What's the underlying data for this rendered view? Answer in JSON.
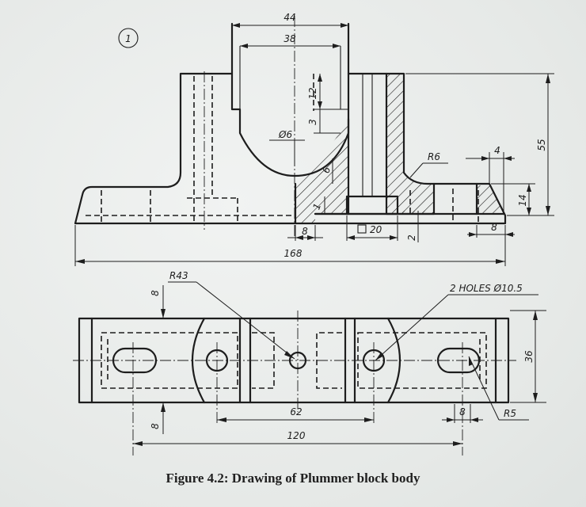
{
  "figure_number": "1",
  "caption": "Figure 4.2: Drawing of Plummer block body",
  "dimensions": {
    "d44": "44",
    "d38": "38",
    "d12": "12",
    "d3": "3",
    "d6_dia": "Ø6",
    "d6": "6",
    "d1": "1",
    "d8_a": "8",
    "d20": "20",
    "d2": "2",
    "d168": "168",
    "r6": "R6",
    "d4": "4",
    "d55": "55",
    "d14": "14",
    "d8_b": "8",
    "r43": "R43",
    "d8_top": "8",
    "holes": "2 HOLES Ø10.5",
    "d36": "36",
    "d8_bot": "8",
    "d62": "62",
    "d8_c": "8",
    "r5": "R5",
    "d120": "120"
  }
}
